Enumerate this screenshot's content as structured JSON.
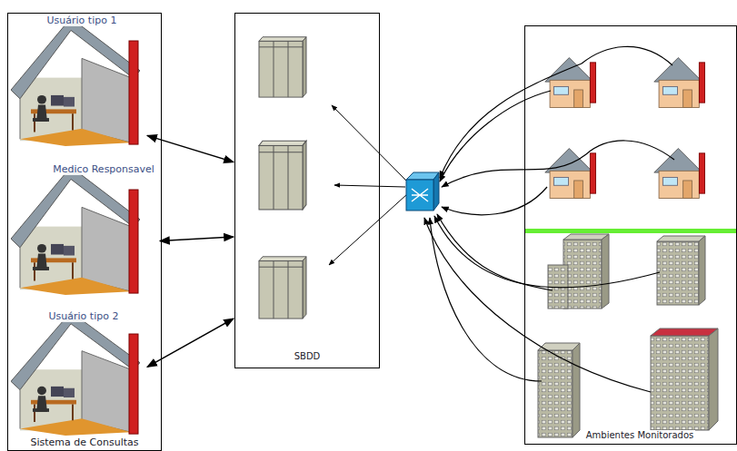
{
  "diagram": {
    "nodes": [
      {
        "text": [
          "Sistema de Consultas"
        ]
      },
      {
        "text": [
          "Usuário tipo 1"
        ],
        "in": 0
      },
      {
        "text": [
          "Medico Responsavel"
        ],
        "in": 0
      },
      {
        "text": [
          "Usuário tipo 2"
        ],
        "in": 0
      },
      {
        "text": [
          "SBDD"
        ]
      },
      {
        "text": [
          "Ambientes Monitorados"
        ]
      }
    ],
    "edges": [
      {
        "from": 1,
        "to": 4,
        "arrow": "both"
      },
      {
        "from": 2,
        "to": 4,
        "arrow": "both"
      },
      {
        "from": 3,
        "to": 4,
        "arrow": "both"
      }
    ]
  }
}
